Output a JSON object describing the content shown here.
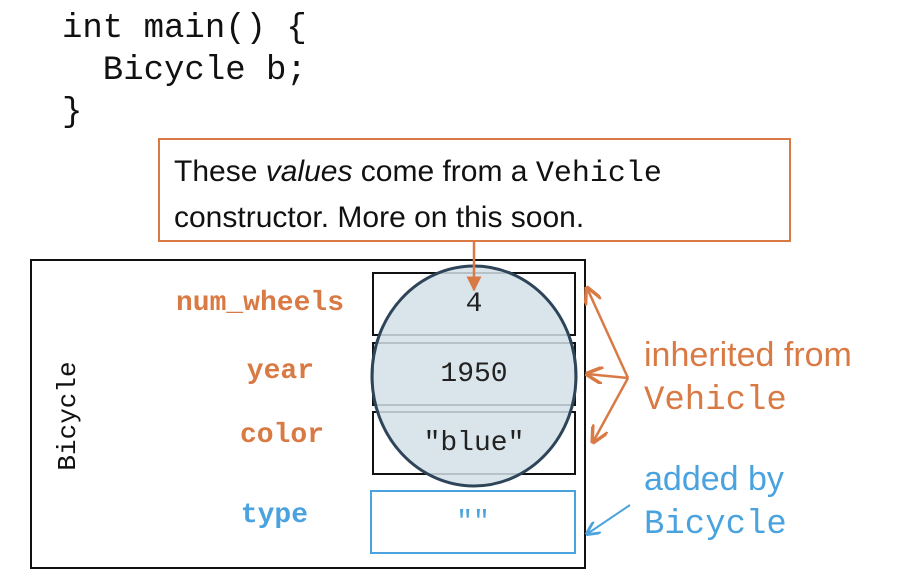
{
  "code": {
    "line1": "int main() {",
    "line2": "  Bicycle b;",
    "line3": "}"
  },
  "callout": {
    "part1": "These ",
    "part2_italic": "values",
    "part3": " come from a ",
    "part4_mono": "Vehicle",
    "line2": "constructor. More on this soon."
  },
  "object": {
    "class_label": "Bicycle",
    "members": [
      {
        "name": "num_wheels",
        "value": "4",
        "source": "inherited"
      },
      {
        "name": "year",
        "value": "1950",
        "source": "inherited"
      },
      {
        "name": "color",
        "value": "\"blue\"",
        "source": "inherited"
      },
      {
        "name": "type",
        "value": "\"\"",
        "source": "added"
      }
    ]
  },
  "notes": {
    "inherited_text": "inherited from",
    "inherited_class": "Vehicle",
    "added_text": "added by",
    "added_class": "Bicycle"
  },
  "colors": {
    "orange": "#d97a44",
    "blue": "#4aa3de",
    "highlight_fill": "#d4e0e8",
    "highlight_stroke": "#2e4458"
  }
}
